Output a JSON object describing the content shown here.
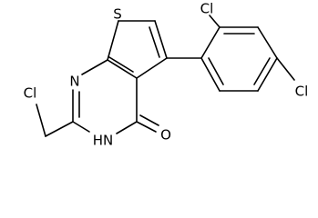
{
  "diagram": {
    "atoms": {
      "sulfur": "S",
      "oxygen": "O",
      "ring_nitrogen": "N",
      "ring_nh": "HN",
      "chlorine_ortho": "Cl",
      "chlorine_para": "Cl",
      "chlorine_methyl": "Cl"
    }
  },
  "colors": {
    "bond": "#000000",
    "text": "#000000",
    "background": "#ffffff"
  }
}
